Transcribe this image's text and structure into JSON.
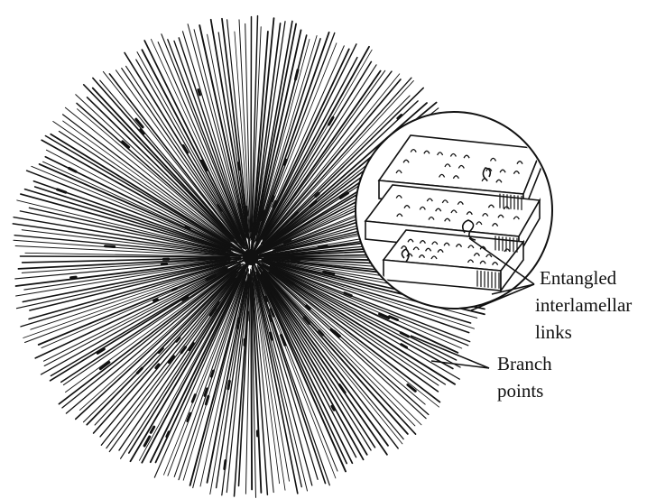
{
  "figure": {
    "labels": {
      "entangled": [
        "Entangled",
        "interlamellar",
        "links"
      ],
      "branch": [
        "Branch",
        "points"
      ]
    },
    "colors": {
      "ink": "#111111",
      "background": "#ffffff"
    }
  }
}
